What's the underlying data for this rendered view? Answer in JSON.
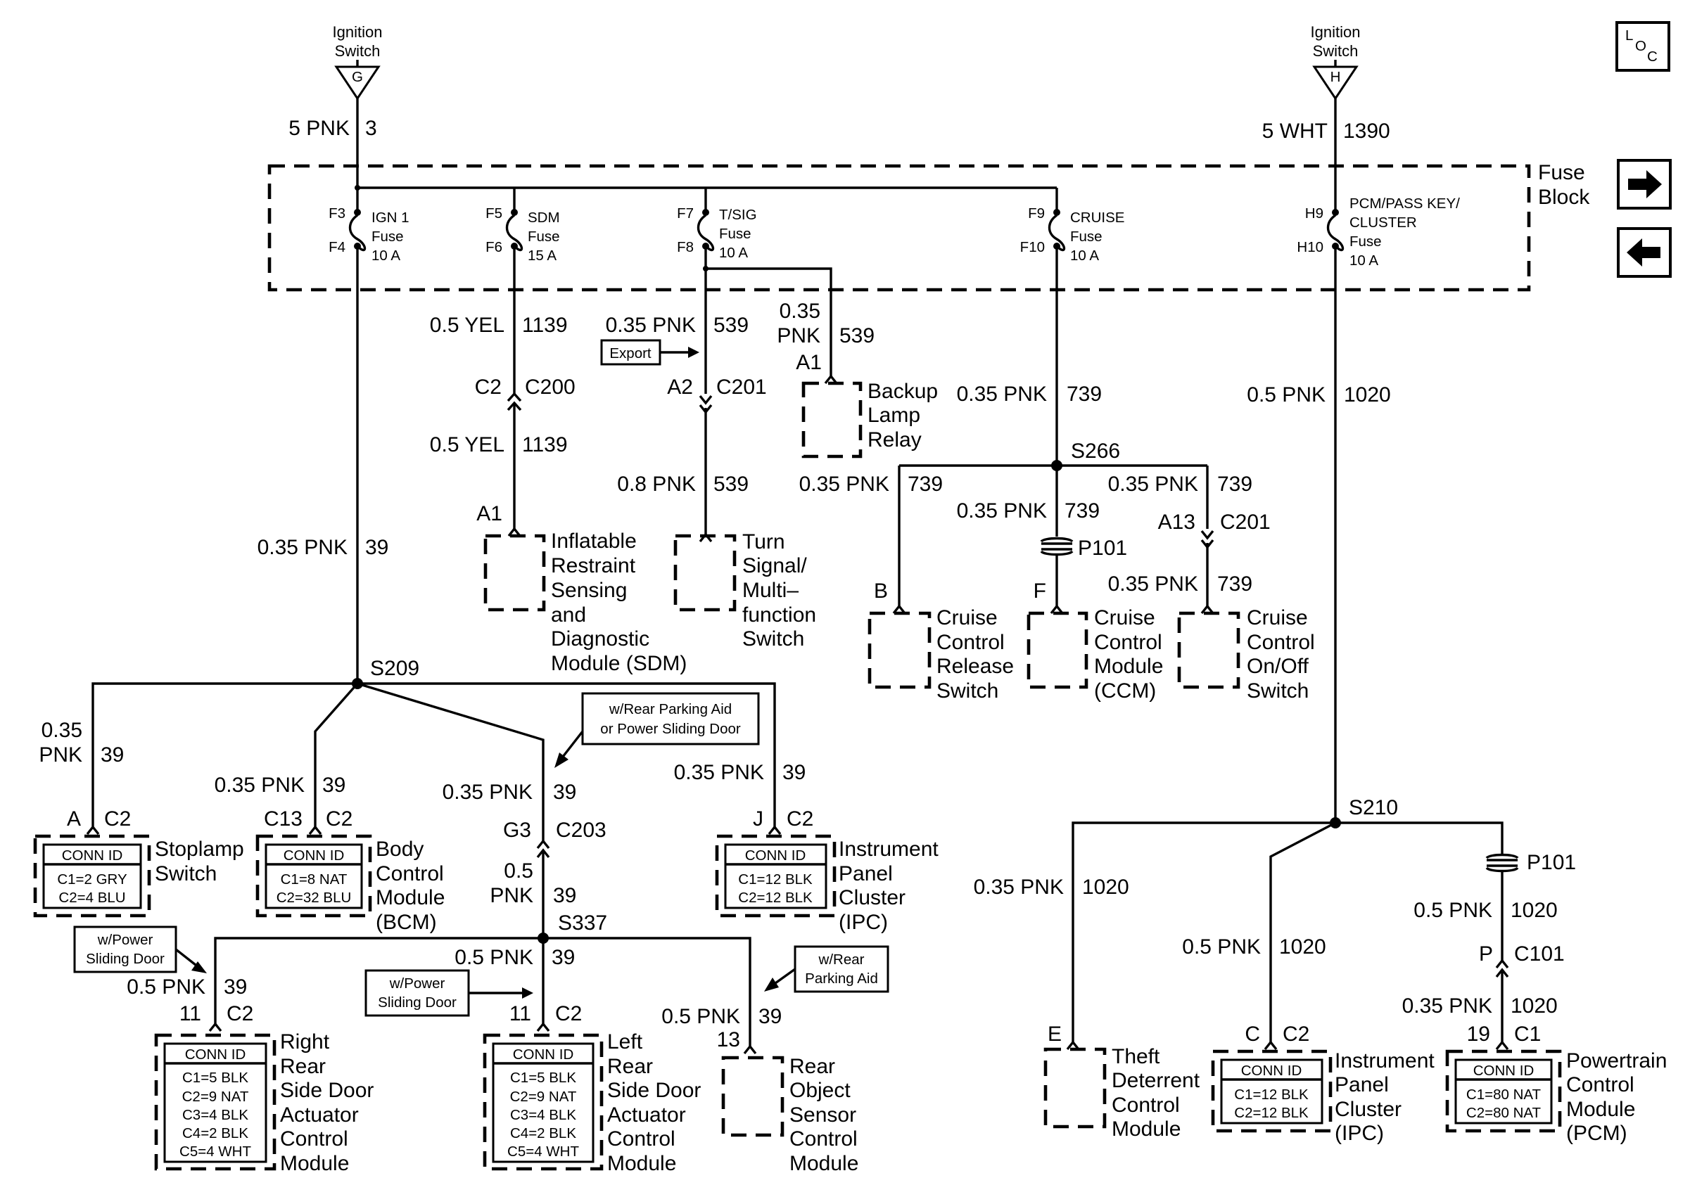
{
  "sources": {
    "g": {
      "line1": "Ignition",
      "line2": "Switch",
      "letter": "G"
    },
    "h": {
      "line1": "Ignition",
      "line2": "Switch",
      "letter": "H"
    }
  },
  "loc": {
    "l": "L",
    "o": "O",
    "c": "C"
  },
  "fuse_block": {
    "label1": "Fuse",
    "label2": "Block",
    "fuses": [
      {
        "top_pin": "F3",
        "bottom_pin": "F4",
        "name": "IGN 1",
        "type": "Fuse",
        "rating": "10 A"
      },
      {
        "top_pin": "F5",
        "bottom_pin": "F6",
        "name": "SDM",
        "type": "Fuse",
        "rating": "15 A"
      },
      {
        "top_pin": "F7",
        "bottom_pin": "F8",
        "name": "T/SIG",
        "type": "Fuse",
        "rating": "10 A"
      },
      {
        "top_pin": "F9",
        "bottom_pin": "F10",
        "name": "CRUISE",
        "type": "Fuse",
        "rating": "10 A"
      },
      {
        "top_pin": "H9",
        "bottom_pin": "H10",
        "name": "PCM/PASS KEY/",
        "name2": "CLUSTER",
        "type": "Fuse",
        "rating": "10 A"
      }
    ]
  },
  "wires": {
    "w_g_in": {
      "gauge": "5 PNK",
      "circuit": "3"
    },
    "w_h_in": {
      "gauge": "5 WHT",
      "circuit": "1390"
    },
    "w_sdm_top": {
      "gauge": "0.5 YEL",
      "circuit": "1139"
    },
    "w_sdm_bot": {
      "gauge": "0.5 YEL",
      "circuit": "1139"
    },
    "w_tsig_top": {
      "gauge": "0.35 PNK",
      "circuit": "539"
    },
    "w_tsig_bot": {
      "gauge": "0.8 PNK",
      "circuit": "539"
    },
    "w_backup": {
      "gauge1": "0.35",
      "gauge2": "PNK",
      "circuit": "539"
    },
    "w_cruise_main": {
      "gauge": "0.35 PNK",
      "circuit": "739"
    },
    "w_cruise_left": {
      "gauge": "0.35 PNK",
      "circuit": "739"
    },
    "w_cruise_mid": {
      "gauge": "0.35 PNK",
      "circuit": "739"
    },
    "w_cruise_right_top": {
      "gauge": "0.35 PNK",
      "circuit": "739"
    },
    "w_cruise_right_bot": {
      "gauge": "0.35 PNK",
      "circuit": "739"
    },
    "w_ign_main": {
      "gauge": "0.35 PNK",
      "circuit": "39"
    },
    "w_stoplamp": {
      "gauge1": "0.35",
      "gauge2": "PNK",
      "circuit": "39"
    },
    "w_bcm": {
      "gauge": "0.35 PNK",
      "circuit": "39"
    },
    "w_c203_top": {
      "gauge": "0.35 PNK",
      "circuit": "39"
    },
    "w_c203_bot": {
      "gauge1": "0.5",
      "gauge2": "PNK",
      "circuit": "39"
    },
    "w_ipc_left": {
      "gauge": "0.35 PNK",
      "circuit": "39"
    },
    "w_right_door": {
      "gauge": "0.5 PNK",
      "circuit": "39"
    },
    "w_left_door": {
      "gauge": "0.5 PNK",
      "circuit": "39"
    },
    "w_rear_obj": {
      "gauge": "0.5 PNK",
      "circuit": "39"
    },
    "w_h_main": {
      "gauge": "0.5 PNK",
      "circuit": "1020"
    },
    "w_theft": {
      "gauge": "0.35 PNK",
      "circuit": "1020"
    },
    "w_ipc_right": {
      "gauge": "0.5 PNK",
      "circuit": "1020"
    },
    "w_pcm_top": {
      "gauge": "0.5 PNK",
      "circuit": "1020"
    },
    "w_pcm_bot": {
      "gauge": "0.35 PNK",
      "circuit": "1020"
    }
  },
  "splices": {
    "s209": "S209",
    "s266": "S266",
    "s210": "S210",
    "s337": "S337"
  },
  "connectors": {
    "c200": {
      "cavity": "C2",
      "name": "C200"
    },
    "c201_a2": {
      "cavity": "A2",
      "name": "C201"
    },
    "c201_a13": {
      "cavity": "A13",
      "name": "C201"
    },
    "c203": {
      "cavity": "G3",
      "name": "C203"
    },
    "c101": {
      "cavity": "P",
      "name": "C101"
    },
    "p101_a": {
      "cavity": "F",
      "name": "P101"
    },
    "p101_b": {
      "name": "P101"
    }
  },
  "notes": {
    "export": "Export",
    "rear_aid_or_door": {
      "line1": "w/Rear Parking Aid",
      "line2": "or Power Sliding Door"
    },
    "power_door_1": {
      "line1": "w/Power",
      "line2": "Sliding Door"
    },
    "power_door_2": {
      "line1": "w/Power",
      "line2": "Sliding Door"
    },
    "rear_aid": {
      "line1": "w/Rear",
      "line2": "Parking Aid"
    }
  },
  "components": {
    "backup": {
      "pin": "A1",
      "lines": [
        "Backup",
        "Lamp",
        "Relay"
      ]
    },
    "sdm": {
      "pin": "A1",
      "lines": [
        "Inflatable",
        "Restraint",
        "Sensing",
        "and",
        "Diagnostic",
        "Module (SDM)"
      ]
    },
    "turn": {
      "lines": [
        "Turn",
        "Signal/",
        "Multi–",
        "function",
        "Switch"
      ]
    },
    "cruise_release": {
      "pin": "B",
      "lines": [
        "Cruise",
        "Control",
        "Release",
        "Switch"
      ]
    },
    "ccm": {
      "lines": [
        "Cruise",
        "Control",
        "Module",
        "(CCM)"
      ]
    },
    "cruise_onoff": {
      "lines": [
        "Cruise",
        "Control",
        "On/Off",
        "Switch"
      ]
    },
    "stoplamp": {
      "pin": "A",
      "conn": "C2",
      "id_title": "CONN ID",
      "id_rows": [
        "C1=2 GRY",
        "C2=4 BLU"
      ],
      "lines": [
        "Stoplamp",
        "Switch"
      ]
    },
    "bcm": {
      "pin": "C13",
      "conn": "C2",
      "id_title": "CONN ID",
      "id_rows": [
        "C1=8 NAT",
        "C2=32 BLU"
      ],
      "lines": [
        "Body",
        "Control",
        "Module",
        "(BCM)"
      ]
    },
    "ipc_left": {
      "pin": "J",
      "conn": "C2",
      "id_title": "CONN ID",
      "id_rows": [
        "C1=12 BLK",
        "C2=12 BLK"
      ],
      "lines": [
        "Instrument",
        "Panel",
        "Cluster",
        "(IPC)"
      ]
    },
    "right_door": {
      "pin": "11",
      "conn": "C2",
      "id_title": "CONN ID",
      "id_rows": [
        "C1=5 BLK",
        "C2=9 NAT",
        "C3=4 BLK",
        "C4=2 BLK",
        "C5=4 WHT"
      ],
      "lines": [
        "Right",
        "Rear",
        "Side Door",
        "Actuator",
        "Control",
        "Module"
      ]
    },
    "left_door": {
      "pin": "11",
      "conn": "C2",
      "id_title": "CONN ID",
      "id_rows": [
        "C1=5 BLK",
        "C2=9 NAT",
        "C3=4 BLK",
        "C4=2 BLK",
        "C5=4 WHT"
      ],
      "lines": [
        "Left",
        "Rear",
        "Side Door",
        "Actuator",
        "Control",
        "Module"
      ]
    },
    "rear_obj": {
      "pin": "13",
      "lines": [
        "Rear",
        "Object",
        "Sensor",
        "Control",
        "Module"
      ]
    },
    "theft": {
      "pin": "E",
      "lines": [
        "Theft",
        "Deterrent",
        "Control",
        "Module"
      ]
    },
    "ipc_right": {
      "pin": "C",
      "conn": "C2",
      "id_title": "CONN ID",
      "id_rows": [
        "C1=12 BLK",
        "C2=12 BLK"
      ],
      "lines": [
        "Instrument",
        "Panel",
        "Cluster",
        "(IPC)"
      ]
    },
    "pcm": {
      "pin": "19",
      "conn": "C1",
      "id_title": "CONN ID",
      "id_rows": [
        "C1=80 NAT",
        "C2=80 NAT"
      ],
      "lines": [
        "Powertrain",
        "Control",
        "Module",
        "(PCM)"
      ]
    }
  }
}
